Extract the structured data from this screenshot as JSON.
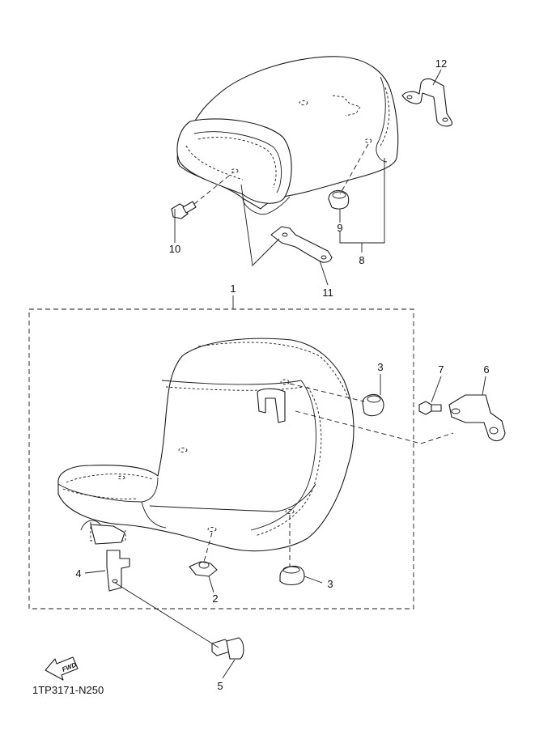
{
  "diagram": {
    "drawing_code": "1TP3171-N250",
    "fwd_label": "FWD",
    "callouts": {
      "c1": "1",
      "c2": "2",
      "c3a": "3",
      "c3b": "3",
      "c4": "4",
      "c5": "5",
      "c6": "6",
      "c7": "7",
      "c8": "8",
      "c9": "9",
      "c10": "10",
      "c11": "11",
      "c12": "12"
    }
  }
}
